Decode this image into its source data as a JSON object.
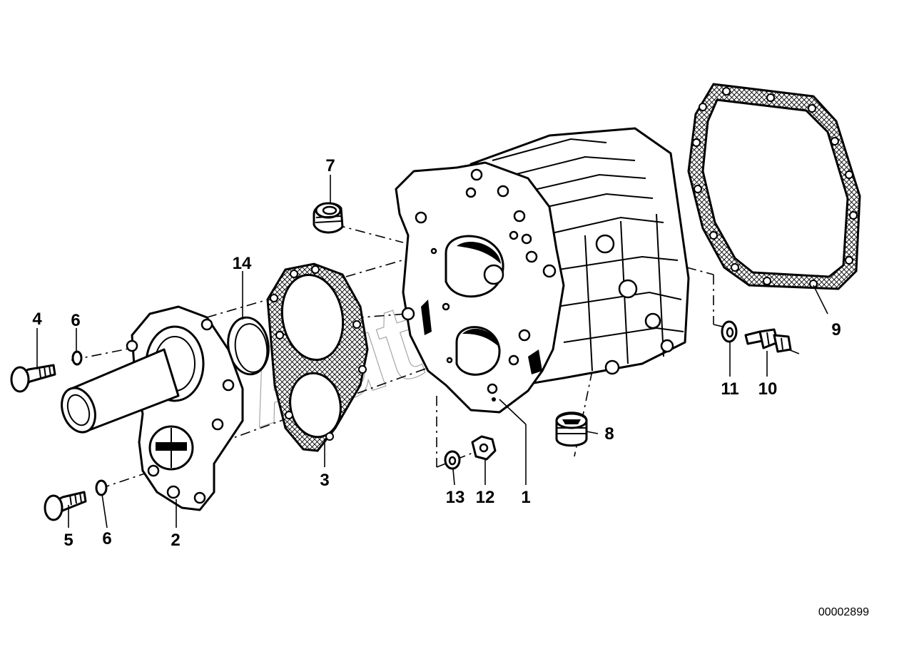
{
  "callouts": {
    "p1": "1",
    "p2": "2",
    "p3": "3",
    "p4": "4",
    "p5": "5",
    "p6a": "6",
    "p6b": "6",
    "p7": "7",
    "p8": "8",
    "p9": "9",
    "p10": "10",
    "p11": "11",
    "p12": "12",
    "p13": "13",
    "p14": "14"
  },
  "document_number": "00002899",
  "watermark": "AutoSoft"
}
